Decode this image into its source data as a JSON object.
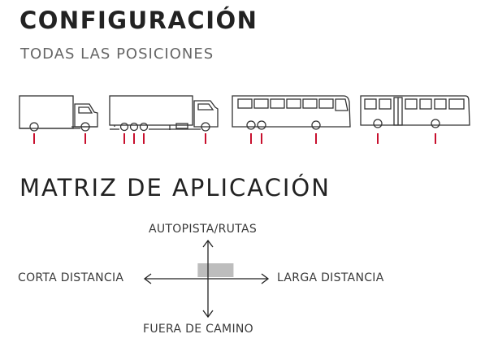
{
  "config": {
    "title": "CONFIGURACIÓN",
    "subtitle": "TODAS LAS POSICIONES"
  },
  "matrix": {
    "title": "MATRIZ DE APLICACIÓN",
    "top_label": "AUTOPISTA/RUTAS",
    "left_label": "CORTA DISTANCIA",
    "right_label": "LARGA DISTANCIA",
    "bottom_label": "FUERA DE CAMINO",
    "range_color": "#bdbdbd",
    "range_start": 0.43,
    "range_end": 0.72
  },
  "colors": {
    "accent": "#c8102e",
    "line": "#333333"
  },
  "vehicles": [
    {
      "icon": "rigid-truck-icon"
    },
    {
      "icon": "trailer-truck-icon"
    },
    {
      "icon": "coach-bus-icon"
    },
    {
      "icon": "city-bus-icon"
    }
  ]
}
